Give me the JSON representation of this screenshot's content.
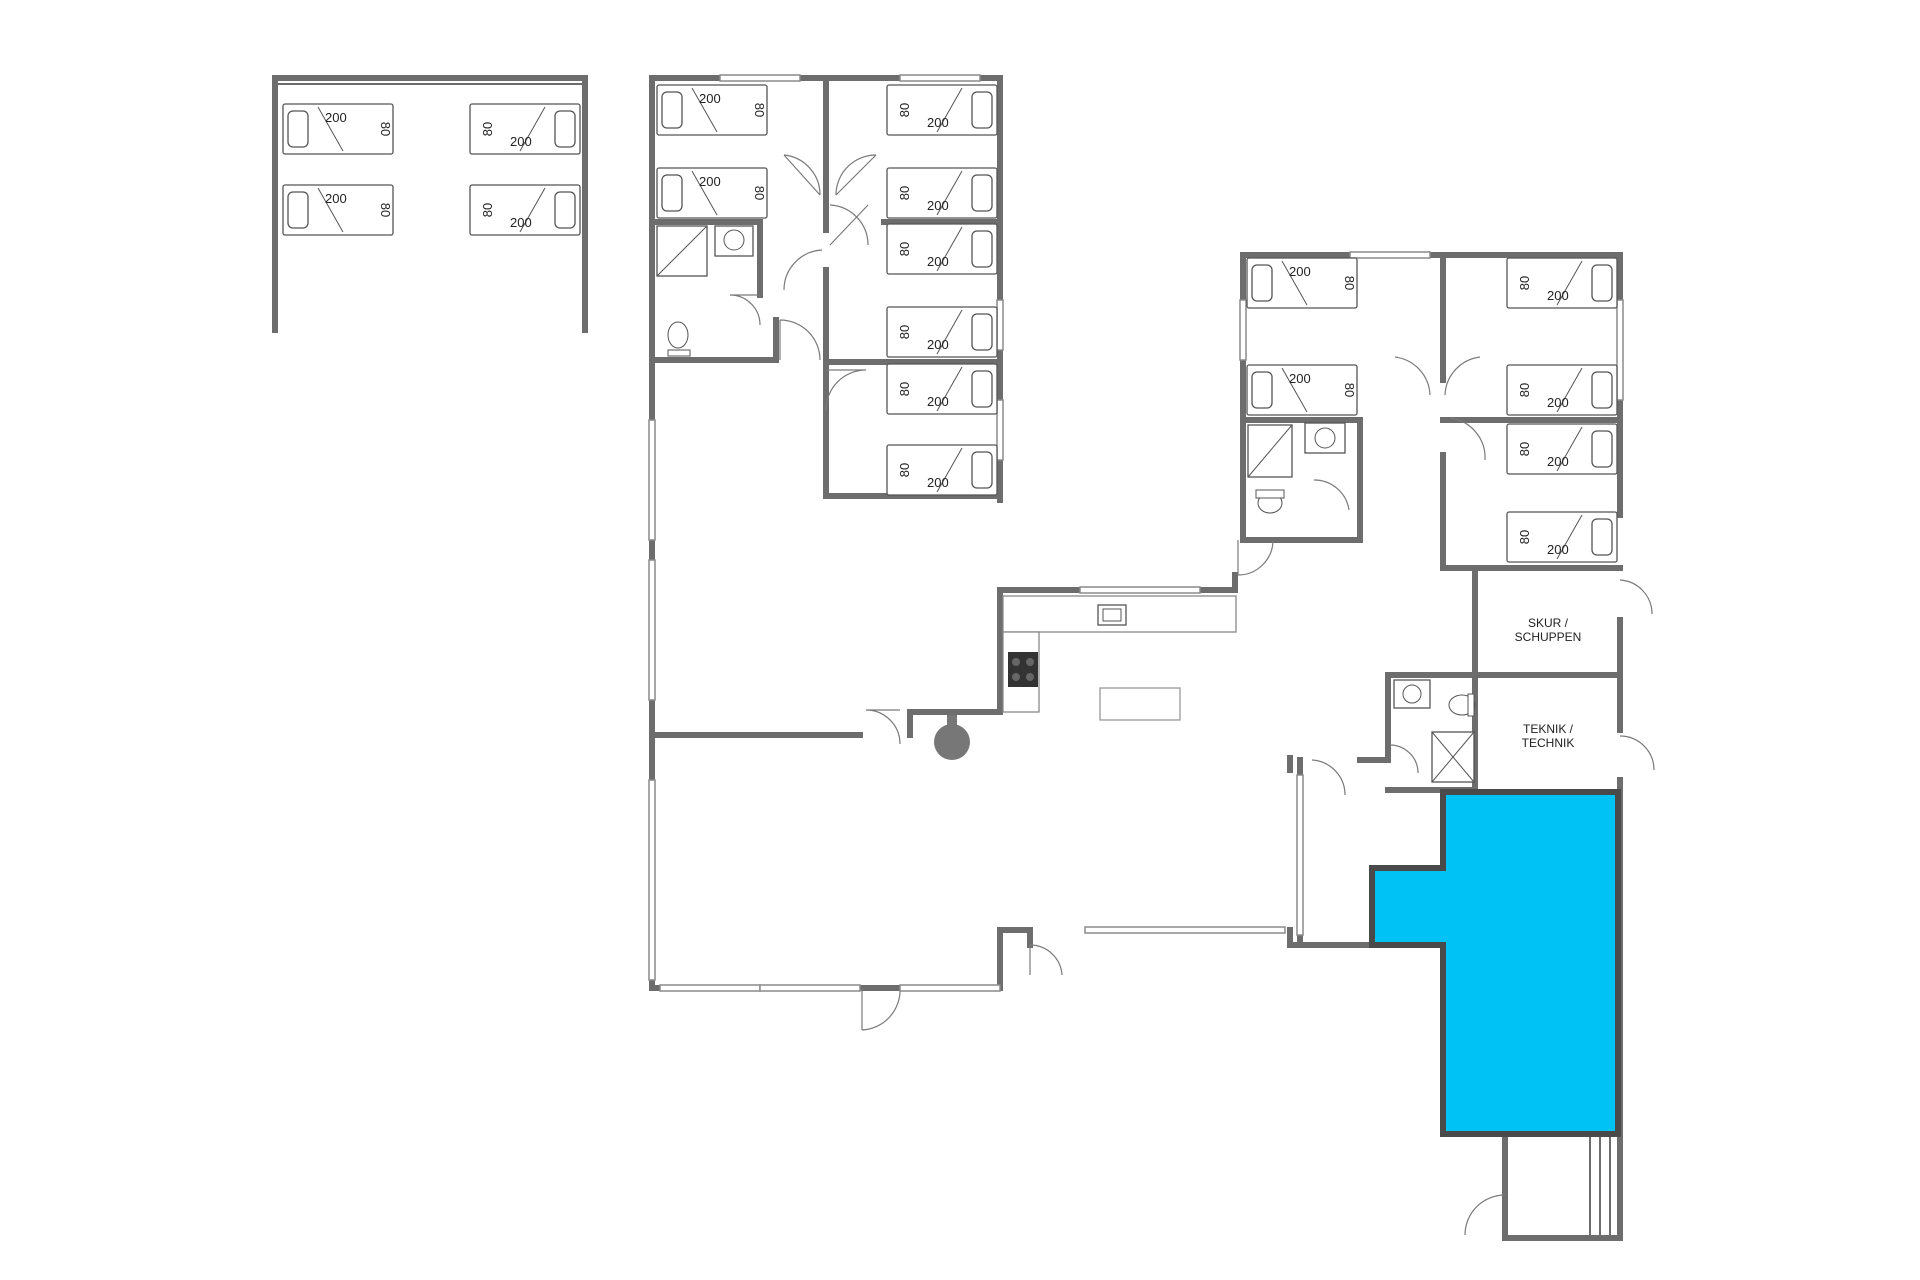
{
  "bed": {
    "length": "200",
    "width": "80"
  },
  "rooms": {
    "skur_line1": "SKUR /",
    "skur_line2": "SCHUPPEN",
    "teknik_line1": "TEKNIK /",
    "teknik_line2": "TECHNIK"
  },
  "colors": {
    "wall": "#6d6d6d",
    "pool": "#00c2f5",
    "background": "#ffffff"
  }
}
